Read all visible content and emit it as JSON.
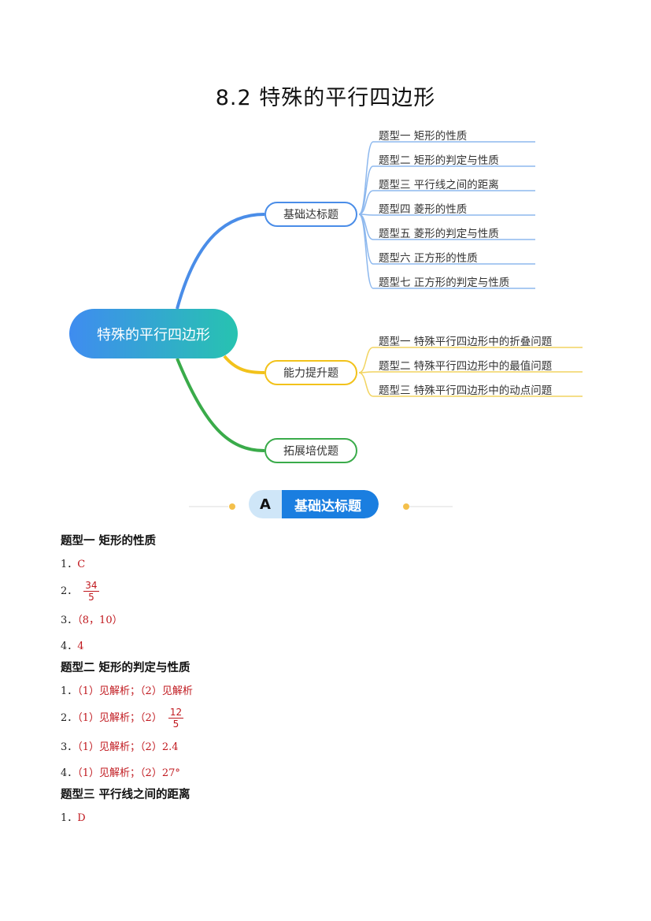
{
  "title": "8.2 特殊的平行四边形",
  "mindmap": {
    "center": "特殊的平行四边形",
    "branches": [
      {
        "label": "基础达标题",
        "color": "#4a8de8",
        "leaves": [
          "题型一  矩形的性质",
          "题型二  矩形的判定与性质",
          "题型三  平行线之间的距离",
          "题型四  菱形的性质",
          "题型五  菱形的判定与性质",
          "题型六  正方形的性质",
          "题型七  正方形的判定与性质"
        ]
      },
      {
        "label": "能力提升题",
        "color": "#f2c21b",
        "leaves": [
          "题型一  特殊平行四边形中的折叠问题",
          "题型二  特殊平行四边形中的最值问题",
          "题型三  特殊平行四边形中的动点问题"
        ]
      },
      {
        "label": "拓展培优题",
        "color": "#3aab4a",
        "leaves": []
      }
    ]
  },
  "section": {
    "letter": "A",
    "label": "基础达标题"
  },
  "groups": [
    {
      "heading": "题型一  矩形的性质",
      "items": [
        {
          "num": "1．",
          "answer": "C"
        },
        {
          "num": "2．",
          "frac": [
            "34",
            "5"
          ]
        },
        {
          "num": "3．",
          "answer": "（8，10）"
        },
        {
          "num": "4．",
          "answer": "4"
        }
      ]
    },
    {
      "heading": "题型二  矩形的判定与性质",
      "items": [
        {
          "num": "1．",
          "answer": "（1）见解析；（2）见解析"
        },
        {
          "num": "2．",
          "answer": "（1）见解析；（2）",
          "frac": [
            "12",
            "5"
          ]
        },
        {
          "num": "3．",
          "answer": "（1）见解析；（2）2.4"
        },
        {
          "num": "4．",
          "answer": "（1）见解析；（2）27°"
        }
      ]
    },
    {
      "heading": "题型三  平行线之间的距离",
      "items": [
        {
          "num": "1．",
          "answer": "D"
        }
      ]
    }
  ]
}
